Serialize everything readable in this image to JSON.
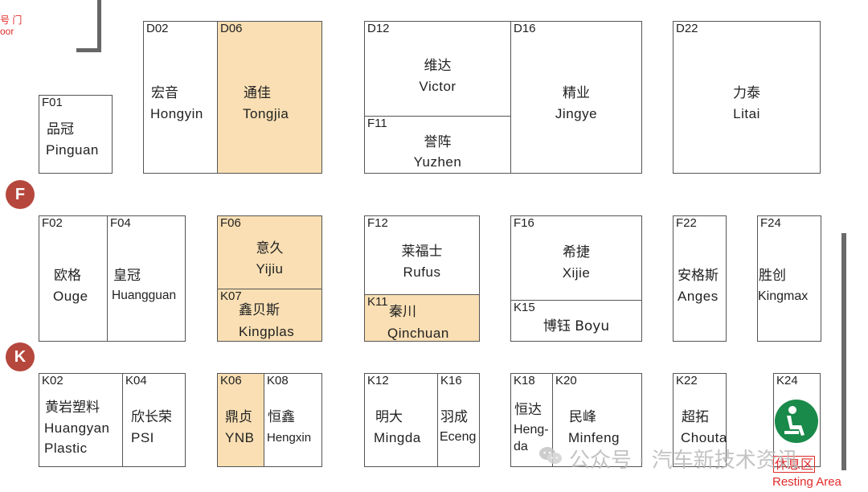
{
  "door": {
    "cn": "号 门",
    "en": "oor"
  },
  "rows": {
    "f": "F",
    "k": "K"
  },
  "booths": {
    "F01": {
      "code": "F01",
      "cn": "品冠",
      "en": "Pinguan"
    },
    "D02": {
      "code": "D02",
      "cn": "宏音",
      "en": "Hongyin"
    },
    "D06": {
      "code": "D06",
      "cn": "通佳",
      "en": "Tongjia"
    },
    "D12": {
      "code": "D12",
      "cn": "维达",
      "en": "Victor"
    },
    "F11": {
      "code": "F11",
      "cn": "誉阵",
      "en": "Yuzhen"
    },
    "D16": {
      "code": "D16",
      "cn": "精业",
      "en": "Jingye"
    },
    "D22": {
      "code": "D22",
      "cn": "力泰",
      "en": "Litai"
    },
    "F02": {
      "code": "F02",
      "cn": "欧格",
      "en": "Ouge"
    },
    "F04": {
      "code": "F04",
      "cn": "皇冠",
      "en": "Huangguan"
    },
    "F06": {
      "code": "F06",
      "cn": "意久",
      "en": "Yijiu"
    },
    "K07": {
      "code": "K07",
      "cn": "鑫贝斯",
      "en": "Kingplas"
    },
    "F12": {
      "code": "F12",
      "cn": "莱福士",
      "en": "Rufus"
    },
    "K11": {
      "code": "K11",
      "cn": "秦川",
      "en": "Qinchuan"
    },
    "F16": {
      "code": "F16",
      "cn": "希捷",
      "en": "Xijie"
    },
    "K15": {
      "code": "K15",
      "cn": "博钰 Boyu"
    },
    "F22": {
      "code": "F22",
      "cn": "安格斯",
      "en": "Anges"
    },
    "F24": {
      "code": "F24",
      "cn": "胜创",
      "en": "Kingmax"
    },
    "K02": {
      "code": "K02",
      "cn": "黄岩塑料",
      "en1": "Huangyan",
      "en2": "Plastic"
    },
    "K04": {
      "code": "K04",
      "cn": "欣长荣",
      "en": "PSI"
    },
    "K06": {
      "code": "K06",
      "cn": "鼎贞",
      "en": "YNB"
    },
    "K08": {
      "code": "K08",
      "cn": "恒鑫",
      "en": "Hengxin"
    },
    "K12": {
      "code": "K12",
      "cn": "明大",
      "en": "Mingda"
    },
    "K16": {
      "code": "K16",
      "cn": "羽成",
      "en": "Eceng"
    },
    "K18": {
      "code": "K18",
      "cn": "恒达",
      "en1": "Heng-",
      "en2": "da"
    },
    "K20": {
      "code": "K20",
      "cn": "民峰",
      "en": "Minfeng"
    },
    "K22": {
      "code": "K22",
      "cn": "超拓",
      "en": "Chouta"
    },
    "K24": {
      "code": "K24"
    }
  },
  "rest_area": {
    "cn": "休息区",
    "en": "Resting Area",
    "icon": "seat-icon"
  },
  "watermark": {
    "text": "公众号 · 汽车新技术资讯"
  },
  "colors": {
    "highlight": "#f9dfb3",
    "badge": "#b5473d",
    "rest": "#1a8a4a",
    "red_text": "#e02a2a"
  }
}
